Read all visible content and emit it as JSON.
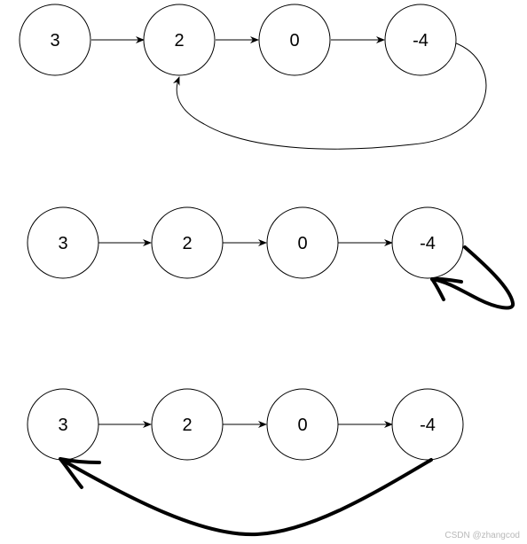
{
  "diagrams": [
    {
      "nodes": [
        "3",
        "2",
        "0",
        "-4"
      ],
      "cycle_from": "-4",
      "cycle_to": "2"
    },
    {
      "nodes": [
        "3",
        "2",
        "0",
        "-4"
      ],
      "cycle_from": "-4",
      "cycle_to": "-4"
    },
    {
      "nodes": [
        "3",
        "2",
        "0",
        "-4"
      ],
      "cycle_from": "-4",
      "cycle_to": "3"
    }
  ],
  "watermark": "CSDN @zhangcod"
}
